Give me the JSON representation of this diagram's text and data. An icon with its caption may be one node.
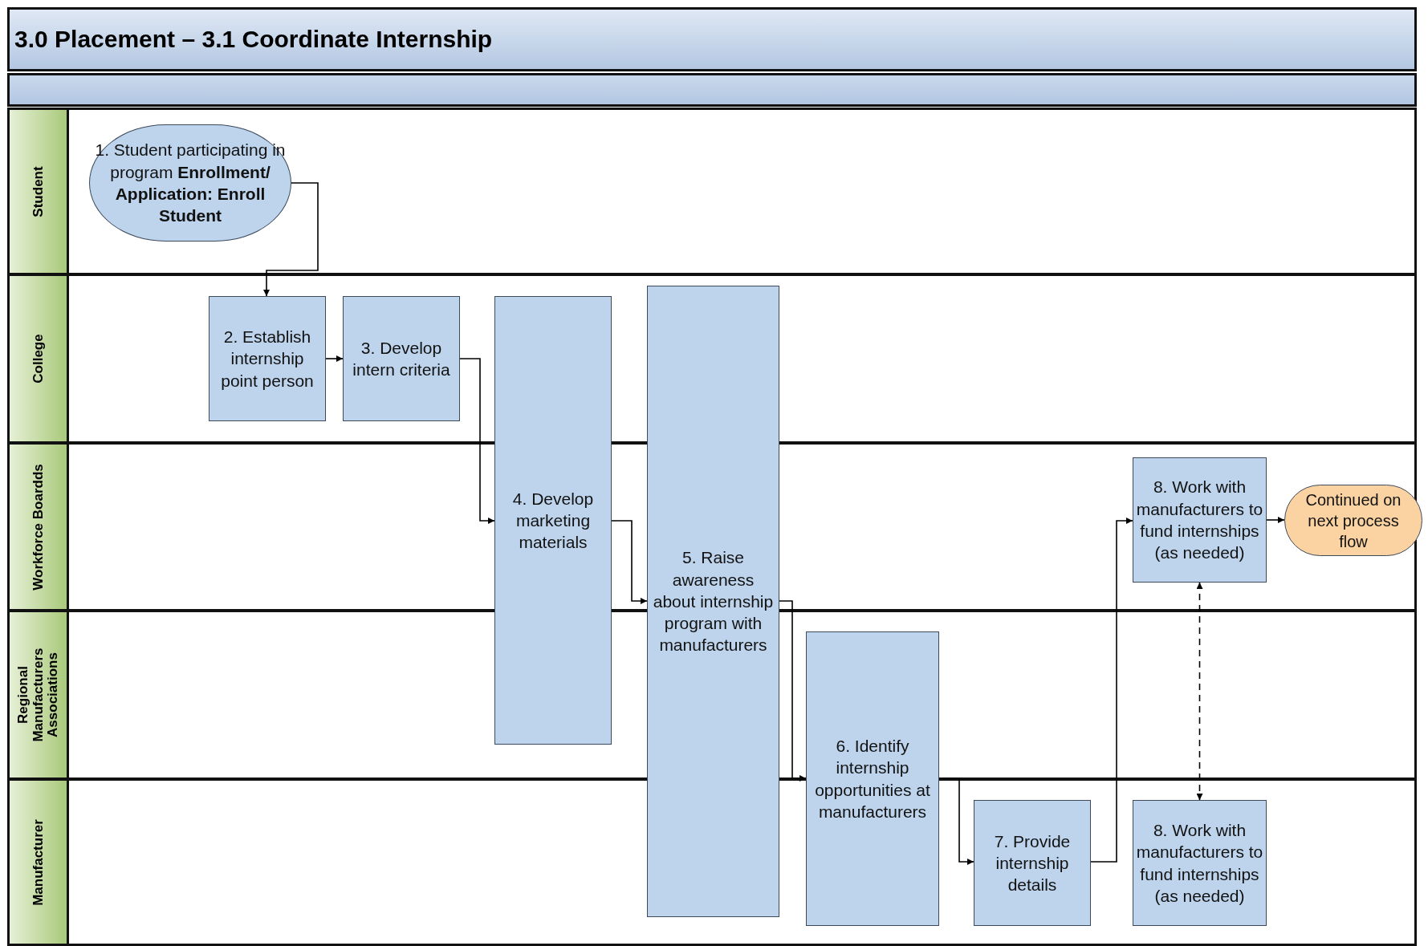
{
  "diagram": {
    "title": "3.0 Placement – 3.1 Coordinate Internship",
    "nodes": [
      {
        "text": [
          "Student"
        ]
      },
      {
        "text": [
          "College"
        ]
      },
      {
        "text": [
          "Workforce Boardds"
        ]
      },
      {
        "text": [
          "Regional Manufacturers Associations"
        ]
      },
      {
        "text": [
          "Manufacturer"
        ]
      },
      {
        "text": [
          "1. Student participating in program **Enrollment/ Application: Enroll Student**"
        ]
      },
      {
        "text": [
          "2. Establish internship point person"
        ]
      },
      {
        "text": [
          "3. Develop intern criteria"
        ]
      },
      {
        "text": [
          "4. Develop marketing materials"
        ]
      },
      {
        "text": [
          "5. Raise awareness about internship program with manufacturers"
        ]
      },
      {
        "text": [
          "6. Identify internship opportunities at manufacturers"
        ]
      },
      {
        "text": [
          "7. Provide internship details"
        ]
      },
      {
        "text": [
          "8. Work with manufacturers to fund internships (as needed)"
        ]
      },
      {
        "text": [
          "8. Work with manufacturers to fund internships (as needed)"
        ]
      },
      {
        "text": [
          "Continued on next process flow"
        ]
      }
    ],
    "edges": [
      {
        "from": 5,
        "to": 6,
        "arrow": "to"
      },
      {
        "from": 6,
        "to": 7,
        "arrow": "to"
      },
      {
        "from": 7,
        "to": 8,
        "arrow": "to"
      },
      {
        "from": 8,
        "to": 9,
        "arrow": "to"
      },
      {
        "from": 9,
        "to": 10,
        "arrow": "to"
      },
      {
        "from": 10,
        "to": 11,
        "arrow": "to"
      },
      {
        "from": 11,
        "to": 12,
        "arrow": "to"
      },
      {
        "from": 12,
        "to": 14,
        "arrow": "to"
      },
      {
        "from": 12,
        "to": 13,
        "arrow": "both",
        "style": "dashed"
      }
    ]
  }
}
